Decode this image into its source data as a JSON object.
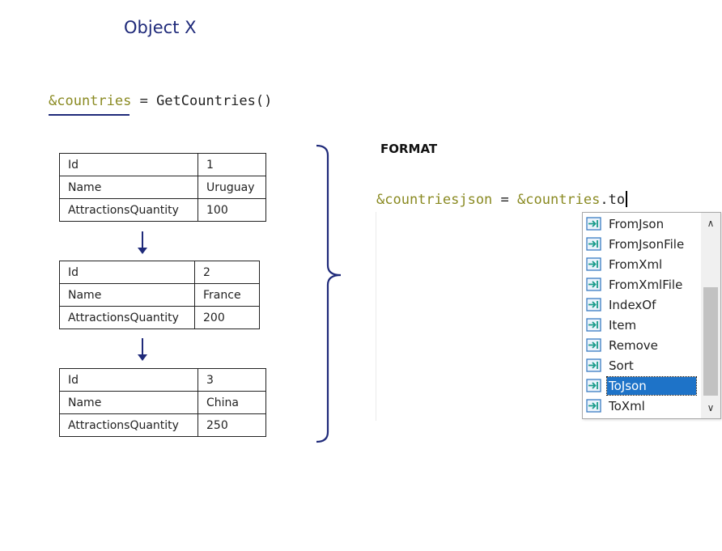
{
  "title": "Object X",
  "assignment": {
    "variable": "&countries",
    "rest": " = GetCountries()"
  },
  "records": [
    {
      "rows": [
        {
          "label": "Id",
          "value": "1"
        },
        {
          "label": "Name",
          "value": "Uruguay"
        },
        {
          "label": "AttractionsQuantity",
          "value": "100"
        }
      ]
    },
    {
      "rows": [
        {
          "label": "Id",
          "value": "2"
        },
        {
          "label": "Name",
          "value": "France"
        },
        {
          "label": "AttractionsQuantity",
          "value": "200"
        }
      ]
    },
    {
      "rows": [
        {
          "label": "Id",
          "value": "3"
        },
        {
          "label": "Name",
          "value": "China"
        },
        {
          "label": "AttractionsQuantity",
          "value": "250"
        }
      ]
    }
  ],
  "format_label": "FORMAT",
  "expression": {
    "target": "&countriesjson",
    "equals": " = ",
    "source": "&countries",
    "typed": ".to"
  },
  "autocomplete": {
    "items": [
      {
        "label": "FromJson",
        "icon": "method-icon"
      },
      {
        "label": "FromJsonFile",
        "icon": "method-icon"
      },
      {
        "label": "FromXml",
        "icon": "method-icon"
      },
      {
        "label": "FromXmlFile",
        "icon": "method-icon"
      },
      {
        "label": "IndexOf",
        "icon": "method-icon"
      },
      {
        "label": "Item",
        "icon": "method-icon"
      },
      {
        "label": "Remove",
        "icon": "method-icon"
      },
      {
        "label": "Sort",
        "icon": "method-icon"
      },
      {
        "label": "ToJson",
        "icon": "method-icon"
      },
      {
        "label": "ToXml",
        "icon": "method-icon"
      }
    ],
    "selected_index": 8
  },
  "colors": {
    "title": "#1f2a7a",
    "variable": "#8a8a22",
    "selection": "#1e73c8",
    "bracket": "#1f2a7a"
  }
}
